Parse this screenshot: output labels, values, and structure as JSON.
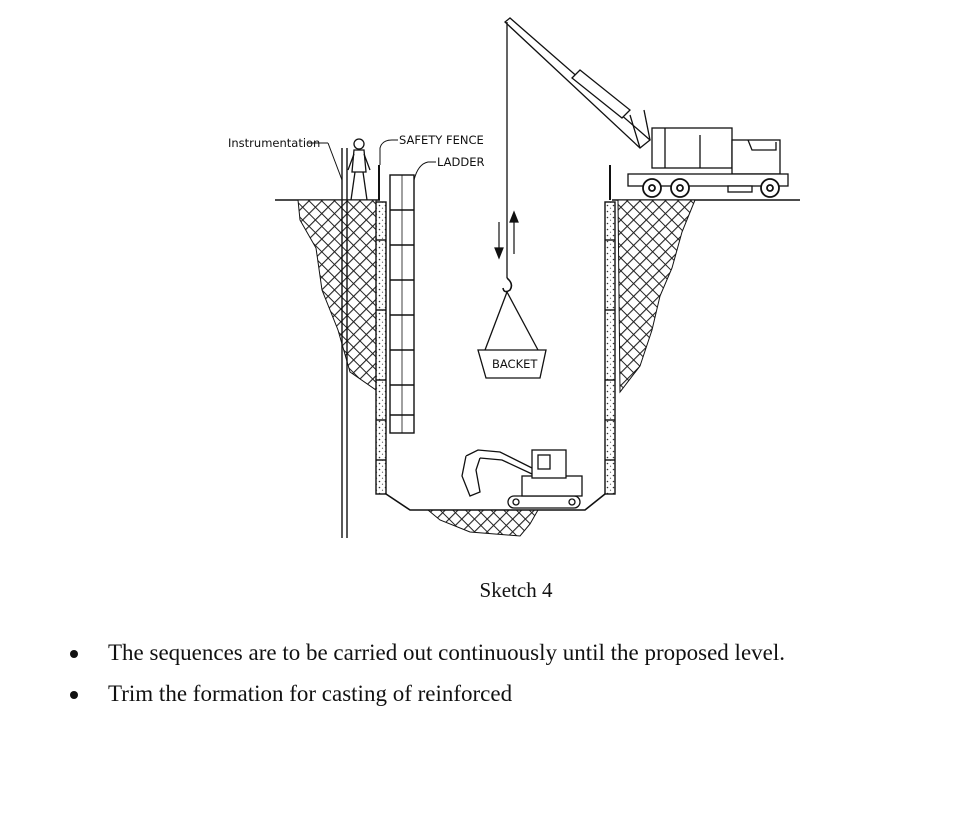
{
  "diagram": {
    "labels": {
      "instrumentation": "Instrumentation",
      "safety_fence": "SAFETY FENCE",
      "ladder": "LADDER",
      "bucket": "BACKET"
    }
  },
  "caption": "Sketch 4",
  "bullets": [
    "The sequences are to be carried out continuously until the proposed level.",
    "Trim the formation for casting of reinforced"
  ]
}
